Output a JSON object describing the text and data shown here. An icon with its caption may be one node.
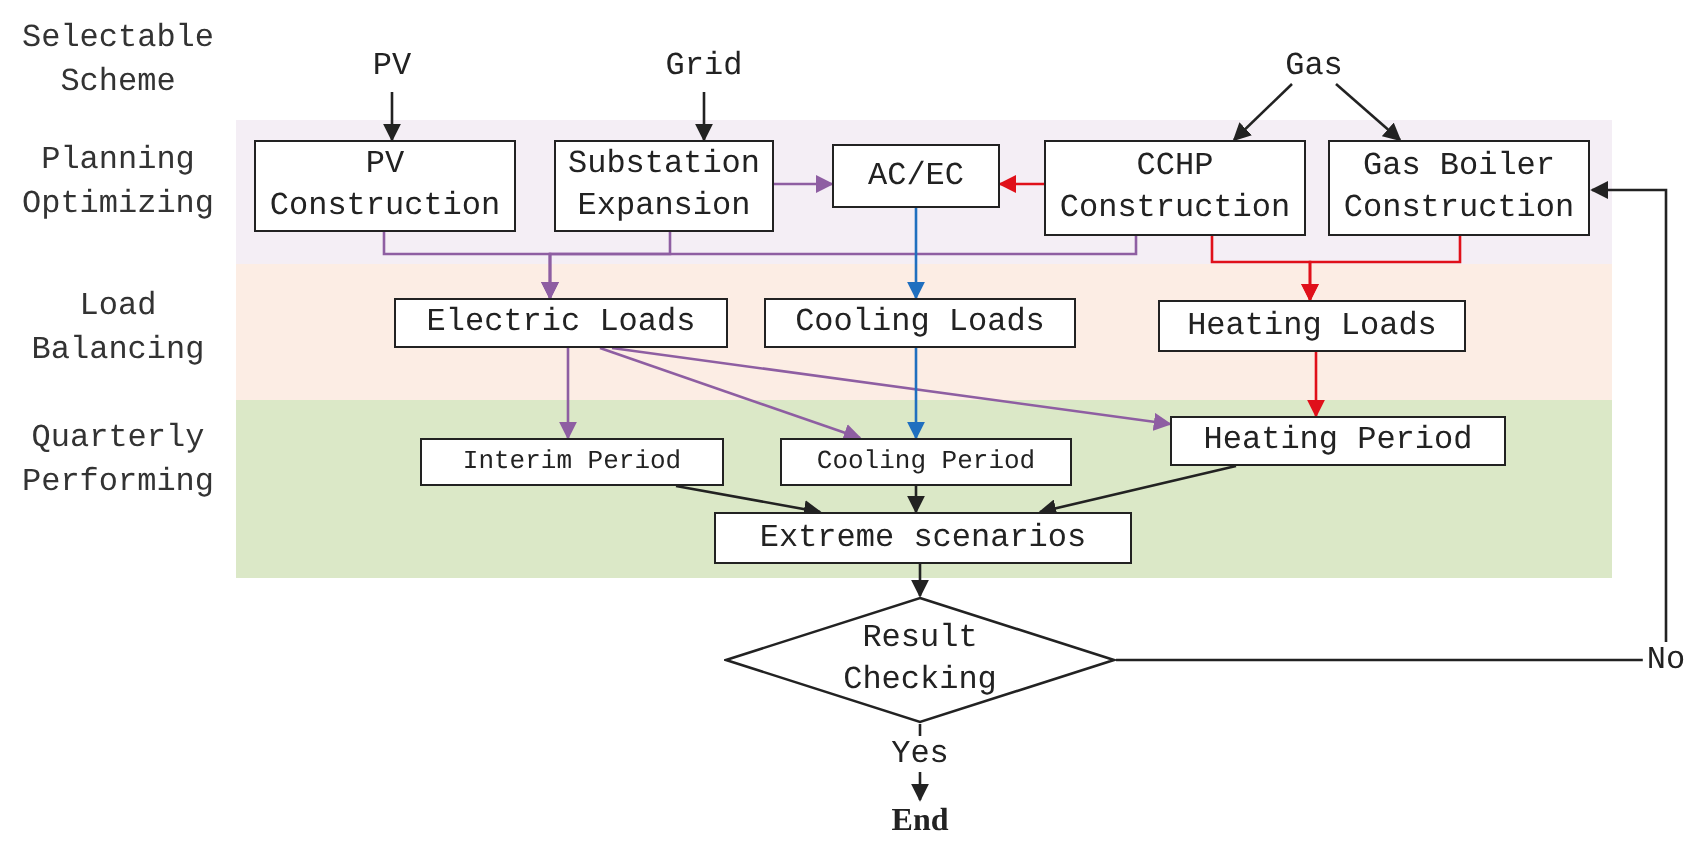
{
  "diagram": {
    "nodes": [
      {
        "text": [
          "PV"
        ]
      },
      {
        "text": [
          "Grid"
        ]
      },
      {
        "text": [
          "Gas"
        ]
      },
      {
        "text": [
          "PV Construction"
        ]
      },
      {
        "text": [
          "Substation Expansion"
        ]
      },
      {
        "text": [
          "AC/EC"
        ]
      },
      {
        "text": [
          "CCHP Construction"
        ]
      },
      {
        "text": [
          "Gas Boiler Construction"
        ]
      },
      {
        "text": [
          "Electric Loads"
        ]
      },
      {
        "text": [
          "Cooling Loads"
        ]
      },
      {
        "text": [
          "Heating Loads"
        ]
      },
      {
        "text": [
          "Interim Period"
        ]
      },
      {
        "text": [
          "Cooling Period"
        ]
      },
      {
        "text": [
          "Heating Period"
        ]
      },
      {
        "text": [
          "Extreme scenarios"
        ]
      },
      {
        "text": [
          "Result Checking"
        ]
      },
      {
        "text": [
          "End"
        ]
      }
    ],
    "edges": [
      {
        "from": 0,
        "to": 3,
        "arrow": "to"
      },
      {
        "from": 1,
        "to": 4,
        "arrow": "to"
      },
      {
        "from": 2,
        "to": 6,
        "arrow": "to"
      },
      {
        "from": 2,
        "to": 7,
        "arrow": "to"
      },
      {
        "from": 4,
        "to": 5,
        "arrow": "to",
        "color": "#8e5ea2"
      },
      {
        "from": 6,
        "to": 5,
        "arrow": "to",
        "color": "#e0101a"
      },
      {
        "from": 3,
        "to": 8,
        "arrow": "to",
        "color": "#8e5ea2"
      },
      {
        "from": 4,
        "to": 8,
        "arrow": "to",
        "color": "#8e5ea2"
      },
      {
        "from": 6,
        "to": 8,
        "arrow": "to",
        "color": "#8e5ea2"
      },
      {
        "from": 5,
        "to": 9,
        "arrow": "to",
        "color": "#1f6fbf"
      },
      {
        "from": 6,
        "to": 10,
        "arrow": "to",
        "color": "#e0101a"
      },
      {
        "from": 7,
        "to": 10,
        "arrow": "to",
        "color": "#e0101a"
      },
      {
        "from": 8,
        "to": 11,
        "arrow": "to",
        "color": "#8e5ea2"
      },
      {
        "from": 8,
        "to": 12,
        "arrow": "to",
        "color": "#8e5ea2"
      },
      {
        "from": 8,
        "to": 13,
        "arrow": "to",
        "color": "#8e5ea2"
      },
      {
        "from": 9,
        "to": 12,
        "arrow": "to",
        "color": "#1f6fbf"
      },
      {
        "from": 10,
        "to": 13,
        "arrow": "to",
        "color": "#e0101a"
      },
      {
        "from": 11,
        "to": 14,
        "arrow": "to"
      },
      {
        "from": 12,
        "to": 14,
        "arrow": "to"
      },
      {
        "from": 13,
        "to": 14,
        "arrow": "to"
      },
      {
        "from": 14,
        "to": 15,
        "arrow": "to"
      },
      {
        "from": 15,
        "to": 16,
        "arrow": "to",
        "label": "Yes"
      },
      {
        "from": 15,
        "to": 7,
        "arrow": "to",
        "label": "No"
      }
    ],
    "labels": [
      "Selectable Scheme",
      "Planning Optimizing",
      "Load Balancing",
      "Quarterly Performing"
    ]
  }
}
